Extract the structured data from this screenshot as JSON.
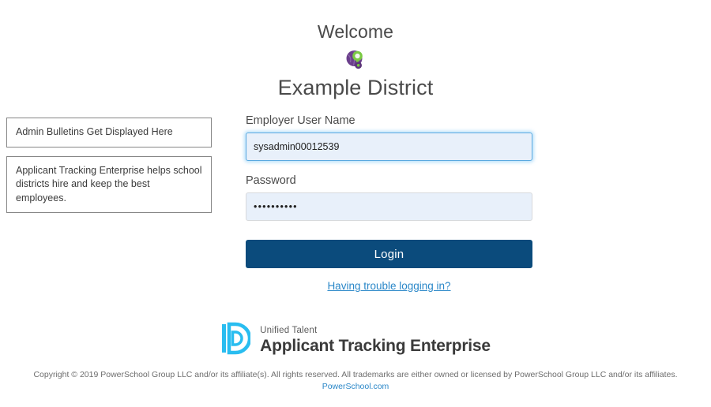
{
  "header": {
    "welcome": "Welcome",
    "district_name": "Example District",
    "district_logo_icon": "district-globe-key-icon"
  },
  "bulletins": {
    "items": [
      {
        "text": "Admin Bulletins Get Displayed Here"
      },
      {
        "text": "Applicant Tracking Enterprise helps school districts hire and keep the best employees."
      }
    ]
  },
  "login_form": {
    "username_label": "Employer User Name",
    "username_value": "sysadmin00012539",
    "username_placeholder": "",
    "password_label": "Password",
    "password_value": "••••••••••",
    "password_placeholder": "",
    "login_button_label": "Login",
    "trouble_link_label": "Having trouble logging in?"
  },
  "branding": {
    "logo_icon": "powerschool-p-icon",
    "sub_title": "Unified Talent",
    "main_title": "Applicant Tracking Enterprise"
  },
  "footer": {
    "copyright": "Copyright © 2019 PowerSchool Group LLC and/or its affiliate(s). All rights reserved. All trademarks are either owned or licensed by PowerSchool Group LLC and/or its affiliates.",
    "link_label": "PowerSchool.com"
  },
  "colors": {
    "button_blue": "#0b4b7c",
    "link_blue": "#2a87c8",
    "input_fill": "#e8f0fa",
    "focus_border": "#5aa9e0",
    "bulletin_border": "#868686",
    "brand_cyan": "#29bdf0",
    "logo_purple": "#6b3f8c",
    "logo_green": "#7ac943"
  }
}
